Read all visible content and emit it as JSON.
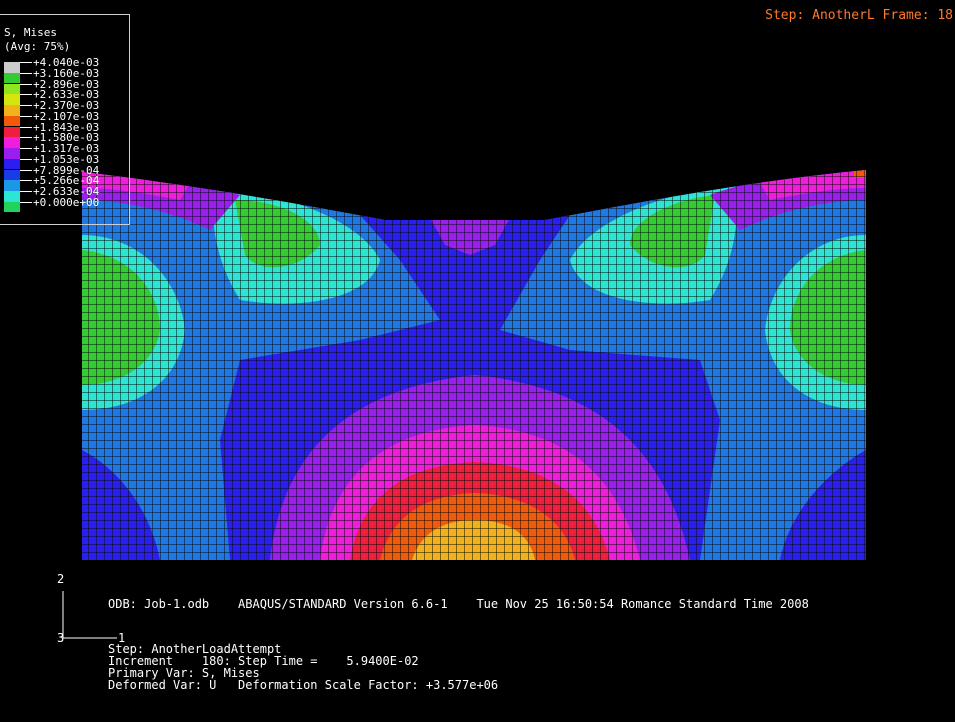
{
  "legend": {
    "title": "S, Mises",
    "subtitle": "(Avg: 75%)",
    "entries": [
      {
        "label": "+4.040e-03",
        "color": "#cccccc"
      },
      {
        "label": "+3.160e-03",
        "color": "#33cc33"
      },
      {
        "label": "+2.896e-03",
        "color": "#8fe61f"
      },
      {
        "label": "+2.633e-03",
        "color": "#d4e60e"
      },
      {
        "label": "+2.370e-03",
        "color": "#f2b21a"
      },
      {
        "label": "+2.107e-03",
        "color": "#f25a0a"
      },
      {
        "label": "+1.843e-03",
        "color": "#f01e3c"
      },
      {
        "label": "+1.580e-03",
        "color": "#f01edc"
      },
      {
        "label": "+1.317e-03",
        "color": "#9a1ef0"
      },
      {
        "label": "+1.053e-03",
        "color": "#2a1ef0"
      },
      {
        "label": "+7.899e-04",
        "color": "#1a3ce6"
      },
      {
        "label": "+5.266e-04",
        "color": "#1e96e6"
      },
      {
        "label": "+2.633e-04",
        "color": "#2ae6d2"
      },
      {
        "label": "+0.000e+00",
        "color": "#23d25a"
      }
    ]
  },
  "header": {
    "step_frame": "Step: AnotherL Frame: 18"
  },
  "triad": {
    "y": "2",
    "z": "3",
    "x": "1"
  },
  "info": {
    "odb_line": "ODB: Job-1.odb    ABAQUS/STANDARD Version 6.6-1    Tue Nov 25 16:50:54 Romance Standard Time 2008",
    "step_line": "Step: AnotherLoadAttempt",
    "increment_line": "Increment    180: Step Time =    5.9400E-02",
    "primary_line": "Primary Var: S, Mises",
    "deformed_line": "Deformed Var: U   Deformation Scale Factor: +3.577e+06"
  },
  "colors": {
    "background": "#000000",
    "mesh_line": "#0a0a0a",
    "base": "#1e78e6",
    "header_text": "#ff7a2a"
  }
}
